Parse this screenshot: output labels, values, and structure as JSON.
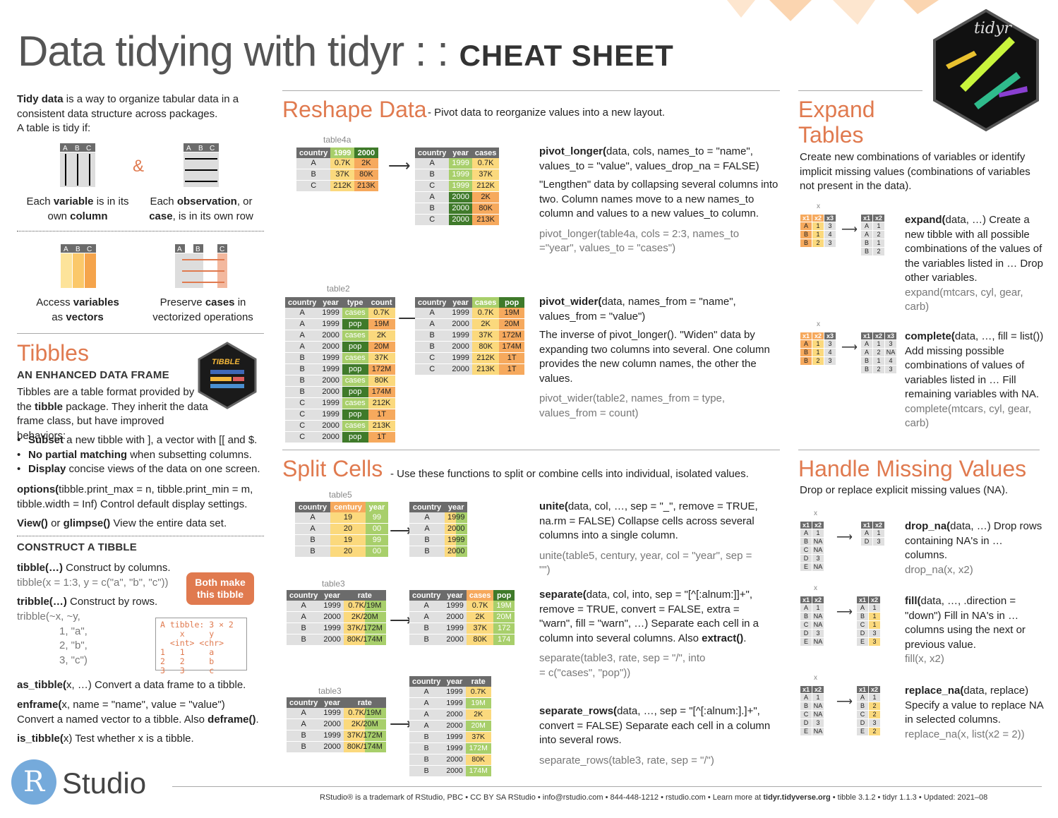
{
  "title": {
    "main": "Data tidying with tidyr : :",
    "bold": "CHEAT SHEET"
  },
  "tidy": {
    "intro": "is a way to organize tabular data in a consistent data structure across packages.",
    "intro_bold": "Tidy data",
    "tidy_if": "A table is tidy if:",
    "amp": "&",
    "v1": "Each ",
    "v1b": "variable",
    "v1c": " is in its own ",
    "v1d": "column",
    "o1": "Each ",
    "o1b": "observation",
    "o1c": ", or ",
    "o1d": "case",
    "o1e": ", is in its own row",
    "a1": "Access ",
    "a1b": "variables",
    "a1c": " as ",
    "a1d": "vectors",
    "p1": "Preserve ",
    "p1b": "cases",
    "p1c": " in vectorized operations",
    "abc": [
      "A",
      "B",
      "C"
    ]
  },
  "tibbles": {
    "title": "Tibbles",
    "subtitle": "AN ENHANCED DATA FRAME",
    "logo": "TIBBLE",
    "desc1": "Tibbles are a table format provided by the ",
    "desc_b": "tibble",
    "desc2": " package. They inherit the data frame class, but have improved behaviors:",
    "b1b": "Subset",
    "b1": " a new tibble with ], a vector with [[ and $.",
    "b2b": "No partial matching",
    "b2": " when subsetting columns.",
    "b3b": "Display",
    "b3": " concise views of the data on one screen.",
    "opt_b": "options(",
    "opt": "tibble.print_max = n, tibble.print_min = m, tibble.width = Inf)",
    "opt2": " Control default display settings.",
    "view_b1": "View()",
    "view1": " or ",
    "view_b2": "glimpse()",
    "view2": " View the entire data set.",
    "construct": "CONSTRUCT A TIBBLE",
    "t1b": "tibble(",
    "t1": "…)",
    "t1c": " Construct by columns.",
    "t1ex": "tibble(x = 1:3, y = c(\"a\", \"b\", \"c\"))",
    "t2b": "tribble(",
    "t2": "…)",
    "t2c": " Construct by rows.",
    "t2ex": [
      "tribble(~x,  ~y,",
      "1, \"a\",",
      "2, \"b\",",
      "3, \"c\")"
    ],
    "both": "Both make this tibble",
    "code": "A tibble: 3 × 2\n    x     y\n  <int> <chr>\n1   1     a\n2   2     b\n3   3     c",
    "as_b": "as_tibble(",
    "as": "x, …)",
    "as_c": " Convert a data frame to a tibble.",
    "en_b": "enframe(",
    "en": "x, name = \"name\", value = \"value\")",
    "en_c": "Convert a named vector to a tibble. Also ",
    "en_d": "deframe()",
    ".": ".",
    "is_b": "is_tibble(",
    "is": "x)",
    "is_c": " Test whether x is a tibble."
  },
  "reshape": {
    "title": "Reshape Data",
    "sub": "- Pivot data to reorganize values into a new layout.",
    "pl_b": "pivot_longer(",
    "pl": "data, cols, names_to = \"name\", values_to = \"value\", values_drop_na = FALSE)",
    "pl_desc": "\"Lengthen\" data by collapsing several columns into two. Column names move to a new names_to column and values to a new values_to column.",
    "pl_ex": "pivot_longer(table4a, cols = 2:3, names_to =\"year\", values_to = \"cases\")",
    "pw_b": "pivot_wider(",
    "pw": "data, names_from = \"name\", values_from = \"value\")",
    "pw_desc": "The inverse of pivot_longer(). \"Widen\" data by expanding two columns into several. One column provides the new column names, the other the values.",
    "pw_ex": "pivot_wider(table2, names_from = type, values_from = count)",
    "t4a": "table4a",
    "t2": "table2"
  },
  "split": {
    "title": "Split Cells",
    "sub": "- Use these functions to split or combine cells into individual, isolated values.",
    "un_b": "unite(",
    "un": "data, col, …, sep = \"_\", remove = TRUE, na.rm = FALSE)",
    "un_d": " Collapse cells across several columns into a single column.",
    "un_ex": "unite(table5, century, year, col = \"year\", sep = \"\")",
    "se_b": "separate(",
    "se": "data, col, into, sep = \"[^[:alnum:]]+\", remove = TRUE, convert = FALSE, extra = \"warn\", fill = \"warn\", …)",
    "se_d": " Separate each cell in a column into several columns. Also ",
    "se_e": "extract()",
    "se_ex": "separate(table3, rate, sep = \"/\", into = c(\"cases\", \"pop\"))",
    "sr_b": "separate_rows(",
    "sr": "data, …, sep = \"[^[:alnum:].]+\", convert = FALSE)",
    "sr_d": " Separate each cell in a column into several rows.",
    "sr_ex": "separate_rows(table3, rate, sep = \"/\")",
    "t5": "table5",
    "t3": "table3"
  },
  "expand": {
    "title1": "Expand",
    "title2": "Tables",
    "desc": "Create new combinations of variables or identify implicit missing values (combinations of variables not present in the data).",
    "ex_b": "expand(",
    "ex": "data, …)",
    "ex_d": " Create a new tibble with all possible combinations of the values of the variables listed in … Drop other variables.",
    "ex_ex": "expand(mtcars, cyl, gear, carb)",
    "co_b": "complete(",
    "co": "data, …, fill = list())",
    "co_d": " Add missing possible combinations of values of variables listed in … Fill remaining variables with NA.",
    "co_ex": "complete(mtcars, cyl, gear, carb)",
    "x": "x"
  },
  "missing": {
    "title": "Handle Missing Values",
    "desc": "Drop or replace explicit missing values (NA).",
    "dn_b": "drop_na(",
    "dn": "data, …)",
    "dn_d": " Drop rows containing NA's in … columns.",
    "dn_ex": "drop_na(x, x2)",
    "fi_b": "fill(",
    "fi": "data, …, .direction = \"down\")",
    "fi_d": " Fill in NA's in … columns using the next or previous value.",
    "fi_ex": "fill(x, x2)",
    "rn_b": "replace_na(",
    "rn": "data, replace)",
    "rn_d": " Specify a value to replace NA in selected columns.",
    "rn_ex": "replace_na(x, list(x2 = 2))",
    "x": "x"
  },
  "logo": {
    "hex": "tidyr",
    "rstudio_r": "R",
    "rstudio": "Studio"
  },
  "footer": {
    "text": "RStudio® is a trademark of RStudio, PBC  •  CC BY SA  RStudio  •  info@rstudio.com  •  844-448-1212  •  rstudio.com  •  Learn more at ",
    "link": "tidyr.tidyverse.org",
    "rest": "  •  tibble 3.1.2  •  tidyr 1.1.3  •  Updated:  2021–08"
  },
  "colors": {
    "accent": "#e07a4f",
    "green": "#a8cf6b",
    "dkgreen": "#3f7a2a",
    "yellow": "#fbd97d",
    "orange": "#f6a95d"
  }
}
